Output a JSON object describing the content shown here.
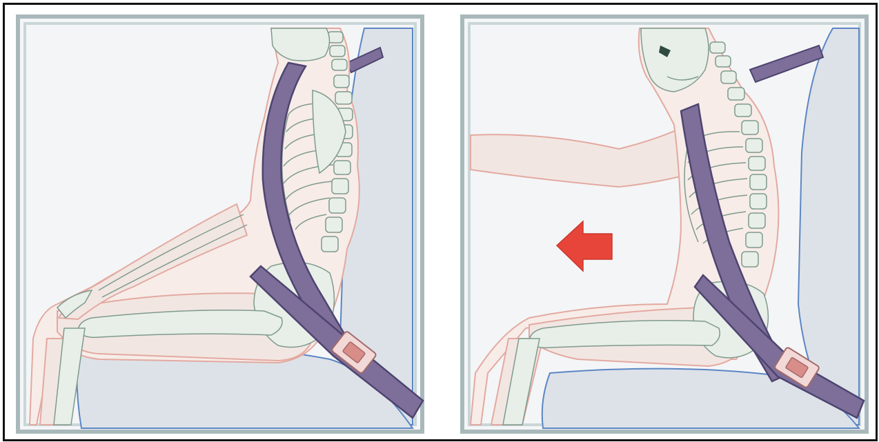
{
  "figure": {
    "panels": [
      {
        "id": "left",
        "description_key": "occupant-upright-with-seatbelt"
      },
      {
        "id": "right",
        "description_key": "occupant-thrown-forward-with-seatbelt",
        "arrow_direction": "left"
      }
    ]
  },
  "colors": {
    "frame_outer": "#a9b9bb",
    "frame_inner": "#c9d6d8",
    "background": "#f4f5f7",
    "seat": "#dde2e8",
    "seat_outline": "#5b86c4",
    "skin_fill": "#f7ece8",
    "skin_outline": "#e3a9a0",
    "bone_fill": "#e7efe8",
    "bone_outline": "#7f9a8d",
    "belt": "#7d6f99",
    "belt_dark": "#4e4470",
    "buckle": "#e9b5b2",
    "buckle_outline": "#a26a6a",
    "arrow": "#e8453a",
    "border": "#111111"
  }
}
